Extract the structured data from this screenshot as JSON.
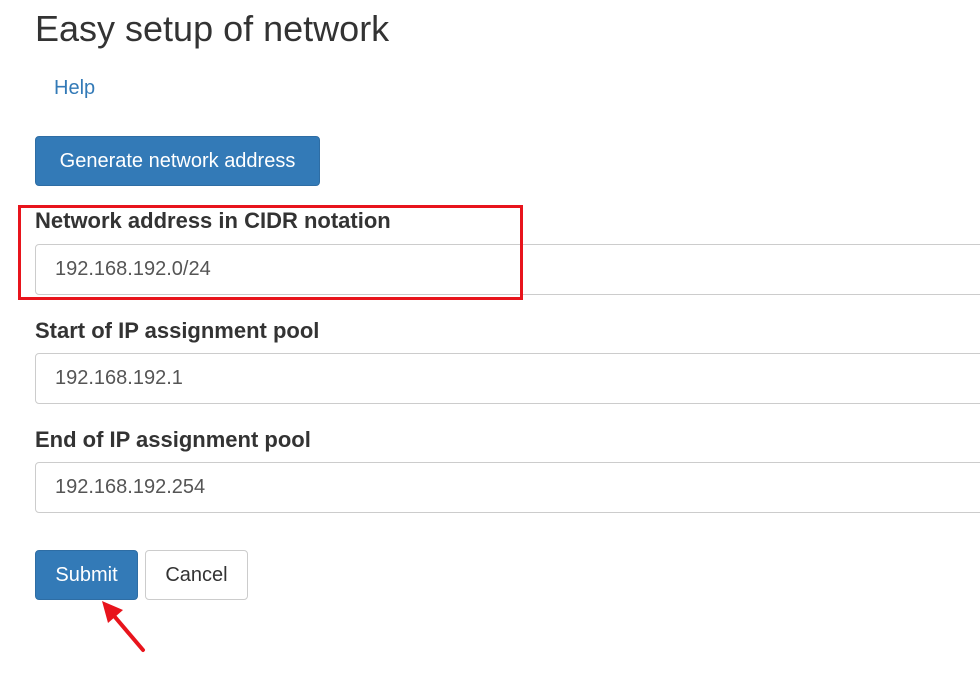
{
  "page": {
    "title": "Easy setup of network",
    "help_label": "Help"
  },
  "actions": {
    "generate_label": "Generate network address",
    "submit_label": "Submit",
    "cancel_label": "Cancel"
  },
  "form": {
    "cidr": {
      "label": "Network address in CIDR notation",
      "value": "192.168.192.0/24"
    },
    "pool_start": {
      "label": "Start of IP assignment pool",
      "value": "192.168.192.1"
    },
    "pool_end": {
      "label": "End of IP assignment pool",
      "value": "192.168.192.254"
    }
  },
  "annotations": {
    "highlight_color": "#e8141c",
    "arrow_color": "#e8141c"
  },
  "colors": {
    "primary": "#337ab7",
    "text": "#333333"
  }
}
